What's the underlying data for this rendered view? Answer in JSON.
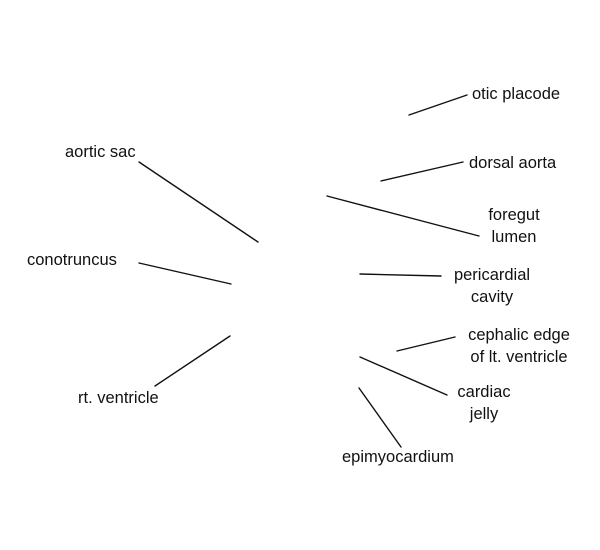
{
  "labels": {
    "otic_placode": "otic placode",
    "dorsal_aorta": "dorsal aorta",
    "foregut_lumen": [
      "foregut",
      "lumen"
    ],
    "pericardial_cavity": [
      "pericardial",
      "cavity"
    ],
    "cephalic_edge": [
      "cephalic edge",
      "of lt. ventricle"
    ],
    "cardiac_jelly": [
      "cardiac",
      "jelly"
    ],
    "epimyocardium": "epimyocardium",
    "aortic_sac": "aortic sac",
    "conotruncus": "conotruncus",
    "rt_ventricle": "rt. ventricle"
  },
  "colors": {
    "line": "#111111",
    "text": "#111111",
    "background": "#ffffff"
  }
}
